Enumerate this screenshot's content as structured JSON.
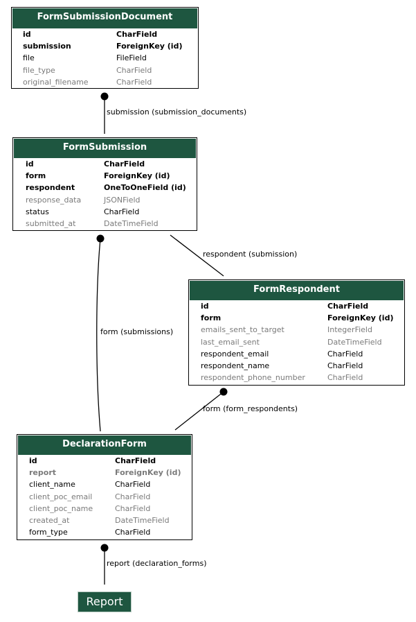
{
  "models": [
    {
      "key": "form_submission_document",
      "title": "FormSubmissionDocument",
      "fields": [
        {
          "name": "id",
          "type": "CharField",
          "style": "bold"
        },
        {
          "name": "submission",
          "type": "ForeignKey (id)",
          "style": "bold"
        },
        {
          "name": "file",
          "type": "FileField",
          "style": "plain"
        },
        {
          "name": "file_type",
          "type": "CharField",
          "style": "gray"
        },
        {
          "name": "original_filename",
          "type": "CharField",
          "style": "gray"
        }
      ]
    },
    {
      "key": "form_submission",
      "title": "FormSubmission",
      "fields": [
        {
          "name": "id",
          "type": "CharField",
          "style": "bold"
        },
        {
          "name": "form",
          "type": "ForeignKey (id)",
          "style": "bold"
        },
        {
          "name": "respondent",
          "type": "OneToOneField (id)",
          "style": "bold"
        },
        {
          "name": "response_data",
          "type": "JSONField",
          "style": "gray"
        },
        {
          "name": "status",
          "type": "CharField",
          "style": "plain"
        },
        {
          "name": "submitted_at",
          "type": "DateTimeField",
          "style": "gray"
        }
      ]
    },
    {
      "key": "form_respondent",
      "title": "FormRespondent",
      "fields": [
        {
          "name": "id",
          "type": "CharField",
          "style": "bold"
        },
        {
          "name": "form",
          "type": "ForeignKey (id)",
          "style": "bold"
        },
        {
          "name": "emails_sent_to_target",
          "type": "IntegerField",
          "style": "gray"
        },
        {
          "name": "last_email_sent",
          "type": "DateTimeField",
          "style": "gray"
        },
        {
          "name": "respondent_email",
          "type": "CharField",
          "style": "plain"
        },
        {
          "name": "respondent_name",
          "type": "CharField",
          "style": "plain"
        },
        {
          "name": "respondent_phone_number",
          "type": "CharField",
          "style": "gray"
        }
      ]
    },
    {
      "key": "declaration_form",
      "title": "DeclarationForm",
      "fields": [
        {
          "name": "id",
          "type": "CharField",
          "style": "bold"
        },
        {
          "name": "report",
          "type": "ForeignKey (id)",
          "style": "bold gray"
        },
        {
          "name": "client_name",
          "type": "CharField",
          "style": "plain"
        },
        {
          "name": "client_poc_email",
          "type": "CharField",
          "style": "gray"
        },
        {
          "name": "client_poc_name",
          "type": "CharField",
          "style": "gray"
        },
        {
          "name": "created_at",
          "type": "DateTimeField",
          "style": "gray"
        },
        {
          "name": "form_type",
          "type": "CharField",
          "style": "plain"
        }
      ]
    }
  ],
  "relations": [
    {
      "key": "submission",
      "label": "submission (submission_documents)"
    },
    {
      "key": "respondent",
      "label": "respondent (submission)"
    },
    {
      "key": "form_submissions",
      "label": "form (submissions)"
    },
    {
      "key": "form_respondents",
      "label": "form (form_respondents)"
    },
    {
      "key": "report",
      "label": "report (declaration_forms)"
    }
  ],
  "external": {
    "report_label": "Report"
  },
  "colors": {
    "header_bg": "#1e5640",
    "header_text": "#ffffff",
    "muted_text": "#7a7a7a",
    "line": "#000000"
  }
}
